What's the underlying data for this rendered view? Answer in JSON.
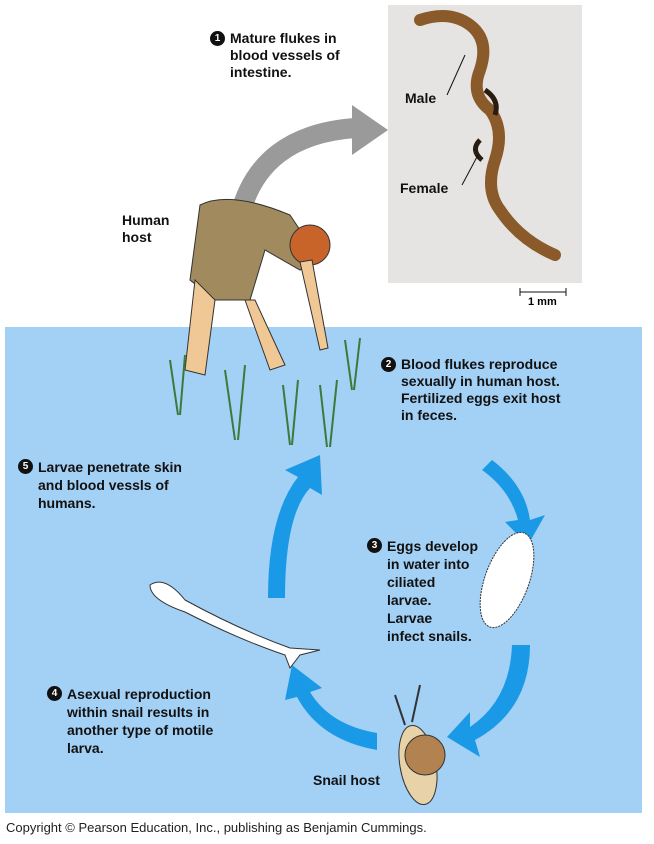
{
  "steps": [
    {
      "number": "1",
      "lines": [
        "Mature flukes in",
        "blood vessels of",
        "intestine."
      ]
    },
    {
      "number": "2",
      "lines": [
        "Blood flukes reproduce",
        "sexually in human host.",
        "Fertilized eggs exit host",
        "in feces."
      ]
    },
    {
      "number": "3",
      "lines": [
        "Eggs develop",
        "in water into",
        "ciliated",
        "larvae.",
        "Larvae",
        "infect snails."
      ]
    },
    {
      "number": "4",
      "lines": [
        "Asexual reproduction",
        "within snail results in",
        "another type of motile",
        "larva."
      ]
    },
    {
      "number": "5",
      "lines": [
        "Larvae penetrate skin",
        "and blood vessls of",
        "humans."
      ]
    }
  ],
  "labels": {
    "male": "Male",
    "female": "Female",
    "human_host": [
      "Human",
      "host"
    ],
    "snail_host": "Snail host",
    "scale": "1 mm"
  },
  "copyright": "Copyright © Pearson Education, Inc., publishing as Benjamin Cummings.",
  "colors": {
    "water": "#a3d0f5",
    "arrow": "#1a9ae6",
    "gray_arrow": "#9a9a9a"
  }
}
